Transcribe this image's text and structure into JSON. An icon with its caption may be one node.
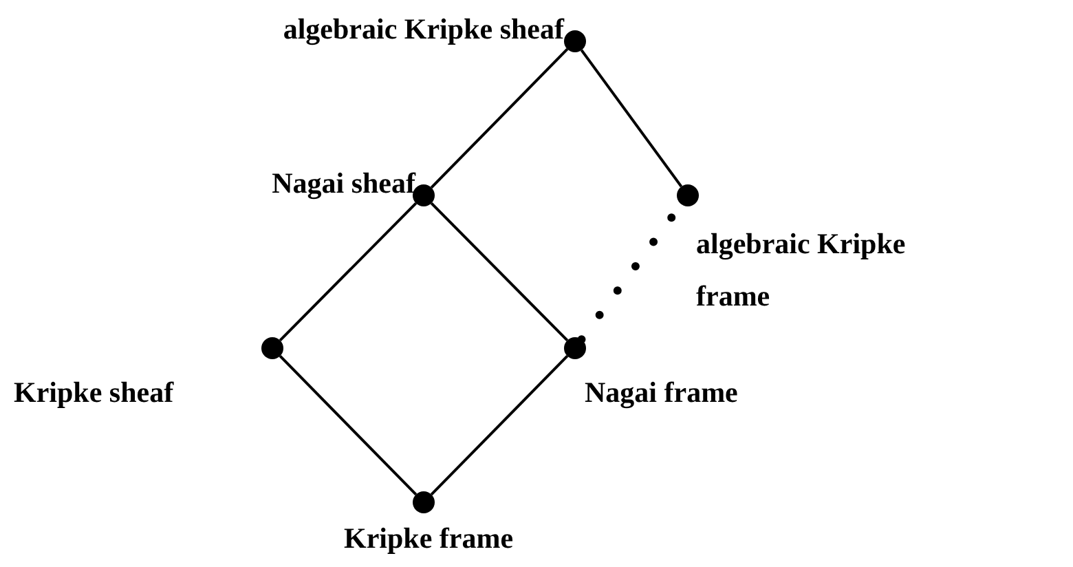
{
  "diagram": {
    "nodes": [
      {
        "text": [],
        "shape": "circle",
        "beside": [
          "algebraic Kripke sheaf"
        ]
      },
      {
        "text": [],
        "shape": "circle",
        "beside": [
          "Nagai sheaf"
        ]
      },
      {
        "text": [],
        "shape": "circle",
        "beside": [
          "algebraic Kripke frame"
        ]
      },
      {
        "text": [],
        "shape": "circle",
        "beside": [
          "Kripke sheaf"
        ]
      },
      {
        "text": [],
        "shape": "circle",
        "beside": [
          "Nagai frame"
        ]
      },
      {
        "text": [],
        "shape": "circle",
        "beside": [
          "Kripke frame"
        ]
      }
    ],
    "edges": [
      {
        "from": 0,
        "to": 1,
        "arrow": "none"
      },
      {
        "from": 0,
        "to": 2,
        "arrow": "none"
      },
      {
        "from": 1,
        "to": 3,
        "arrow": "none"
      },
      {
        "from": 1,
        "to": 4,
        "arrow": "none"
      },
      {
        "from": 3,
        "to": 5,
        "arrow": "none"
      },
      {
        "from": 4,
        "to": 5,
        "arrow": "none"
      },
      {
        "from": 4,
        "to": 2,
        "arrow": "none",
        "style": "dashed"
      }
    ]
  }
}
